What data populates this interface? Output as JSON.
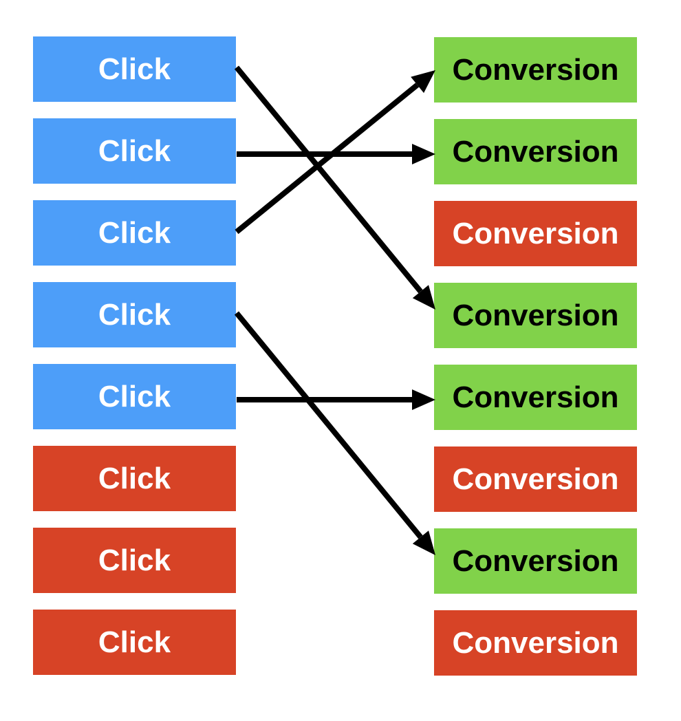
{
  "colors": {
    "blue": "#4d9ef9",
    "green": "#81d24a",
    "red": "#d74326",
    "arrow": "#000000",
    "text_light": "#ffffff",
    "text_dark": "#000000"
  },
  "clicks": [
    {
      "label": "Click",
      "status": "blue"
    },
    {
      "label": "Click",
      "status": "blue"
    },
    {
      "label": "Click",
      "status": "blue"
    },
    {
      "label": "Click",
      "status": "blue"
    },
    {
      "label": "Click",
      "status": "blue"
    },
    {
      "label": "Click",
      "status": "red"
    },
    {
      "label": "Click",
      "status": "red"
    },
    {
      "label": "Click",
      "status": "red"
    }
  ],
  "conversions": [
    {
      "label": "Conversion",
      "status": "green"
    },
    {
      "label": "Conversion",
      "status": "green"
    },
    {
      "label": "Conversion",
      "status": "red"
    },
    {
      "label": "Conversion",
      "status": "green"
    },
    {
      "label": "Conversion",
      "status": "green"
    },
    {
      "label": "Conversion",
      "status": "red"
    },
    {
      "label": "Conversion",
      "status": "green"
    },
    {
      "label": "Conversion",
      "status": "red"
    }
  ],
  "links": [
    {
      "from": 0,
      "to": 3
    },
    {
      "from": 1,
      "to": 1
    },
    {
      "from": 2,
      "to": 0
    },
    {
      "from": 3,
      "to": 6
    },
    {
      "from": 4,
      "to": 4
    }
  ]
}
